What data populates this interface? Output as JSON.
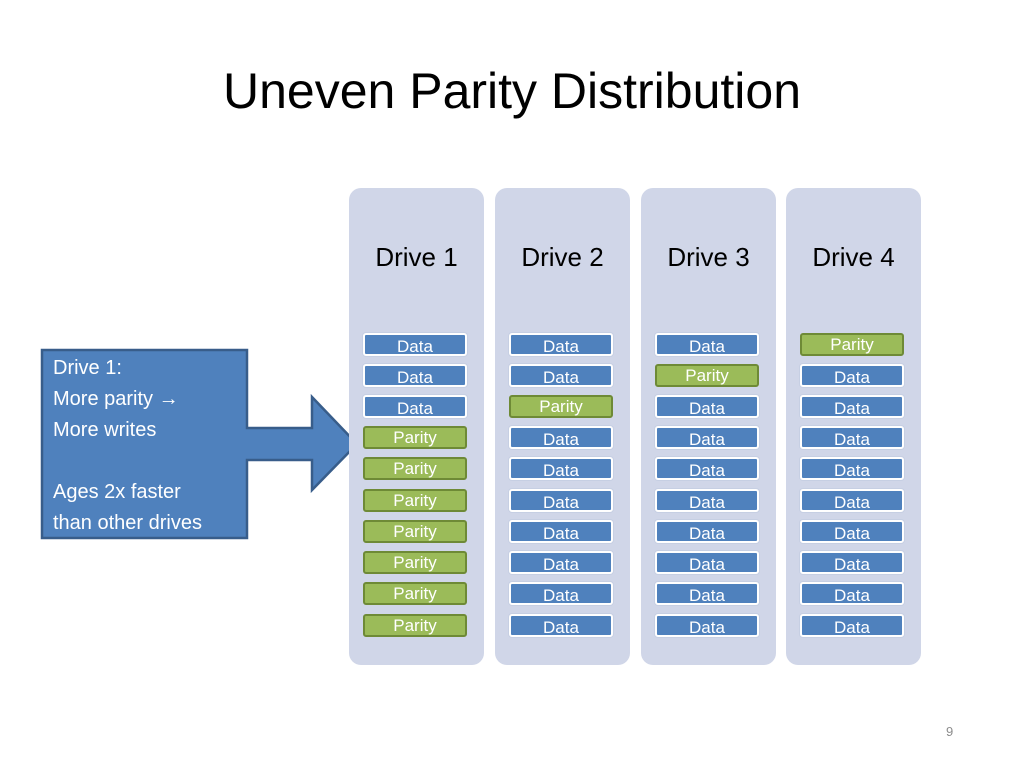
{
  "slide": {
    "title": "Uneven Parity Distribution",
    "number": "9"
  },
  "callout": {
    "lines": "Drive 1:\nMore parity →\nMore writes\n\nAges 2x faster\nthan other drives"
  },
  "drives": [
    {
      "name": "Drive 1",
      "blocks": [
        "Data",
        "Data",
        "Data",
        "Parity",
        "Parity",
        "Parity",
        "Parity",
        "Parity",
        "Parity",
        "Parity"
      ]
    },
    {
      "name": "Drive 2",
      "blocks": [
        "Data",
        "Data",
        "Parity",
        "Data",
        "Data",
        "Data",
        "Data",
        "Data",
        "Data",
        "Data"
      ]
    },
    {
      "name": "Drive 3",
      "blocks": [
        "Data",
        "Parity",
        "Data",
        "Data",
        "Data",
        "Data",
        "Data",
        "Data",
        "Data",
        "Data"
      ]
    },
    {
      "name": "Drive 4",
      "blocks": [
        "Parity",
        "Data",
        "Data",
        "Data",
        "Data",
        "Data",
        "Data",
        "Data",
        "Data",
        "Data"
      ]
    }
  ],
  "colors": {
    "data_block": "#4f81bd",
    "parity_block": "#9bbb59",
    "drive_column": "#d0d6e8",
    "callout_fill": "#4f81bd",
    "callout_border": "#385d8a"
  }
}
